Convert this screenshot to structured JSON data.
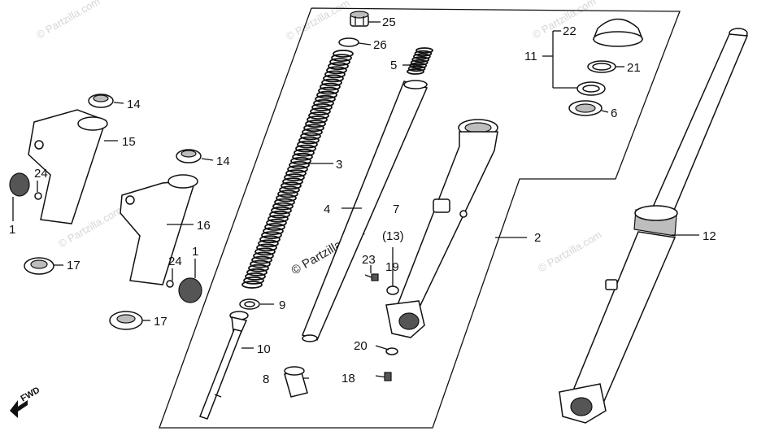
{
  "watermarks": {
    "top_left": "© Partzilla.com",
    "top_mid": "© Partzilla.com",
    "top_right": "© Partzilla.com",
    "left_mid": "© Partzilla.com",
    "right_mid": "© Partzilla.com",
    "center": "© Partzilla.com"
  },
  "direction_label": "FWD",
  "callouts": {
    "c25": "25",
    "c26": "26",
    "c5": "5",
    "c3": "3",
    "c4": "4",
    "c7": "7",
    "c13": "(13)",
    "c23": "23",
    "c19": "19",
    "c9": "9",
    "c10": "10",
    "c20": "20",
    "c8": "8",
    "c18": "18",
    "c2": "2",
    "c22": "22",
    "c11": "11",
    "c21": "21",
    "c6": "6",
    "c12": "12",
    "c14a": "14",
    "c15": "15",
    "c24a": "24",
    "c1a": "1",
    "c17a": "17",
    "c14b": "14",
    "c16": "16",
    "c24b": "24",
    "c1b": "1",
    "c17b": "17"
  }
}
